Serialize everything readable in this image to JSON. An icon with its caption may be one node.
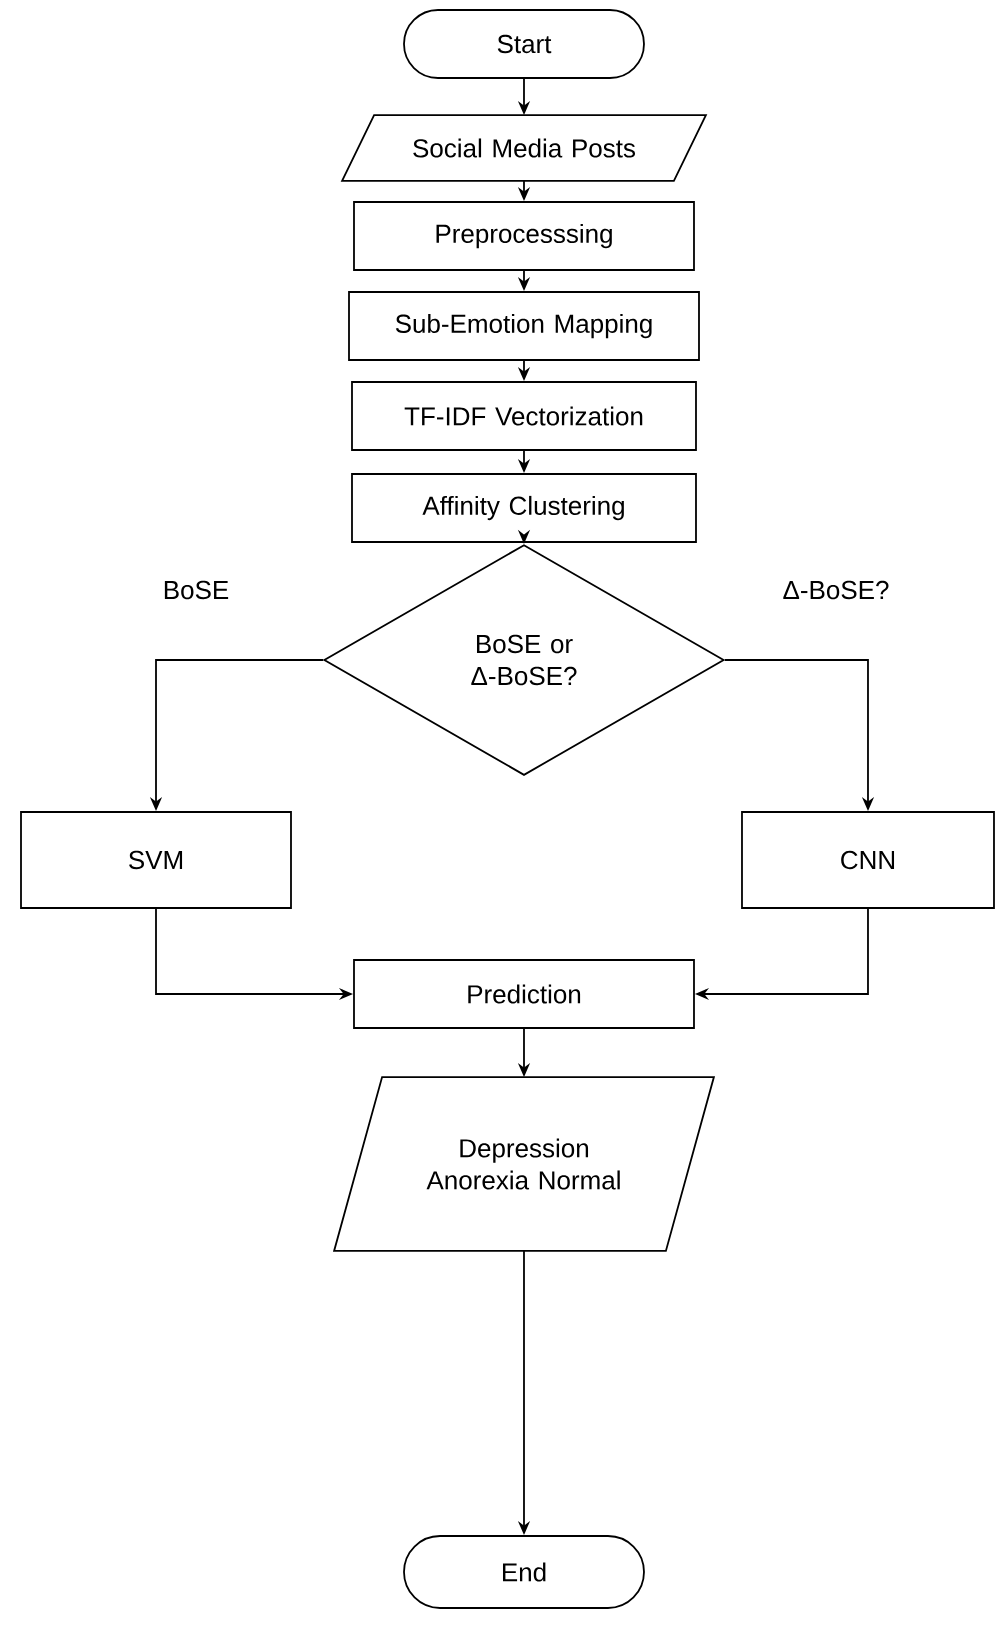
{
  "diagram": {
    "nodes": [
      {
        "text": [
          "Start"
        ]
      },
      {
        "text": [
          "Social Media Posts"
        ]
      },
      {
        "text": [
          "Preprocesssing"
        ]
      },
      {
        "text": [
          "Sub-Emotion Mapping"
        ]
      },
      {
        "text": [
          "TF-IDF Vectorization"
        ]
      },
      {
        "text": [
          "Affinity Clustering"
        ]
      },
      {
        "text": [
          "BoSE or Δ-BoSE?"
        ]
      },
      {
        "text": [
          "SVM"
        ]
      },
      {
        "text": [
          "CNN"
        ]
      },
      {
        "text": [
          "Prediction"
        ]
      },
      {
        "text": [
          "Depression Anorexia Normal"
        ]
      },
      {
        "text": [
          "End"
        ]
      }
    ],
    "edges": [
      {
        "from": 0,
        "to": 1,
        "arrow": "to"
      },
      {
        "from": 1,
        "to": 2,
        "arrow": "to"
      },
      {
        "from": 2,
        "to": 3,
        "arrow": "to"
      },
      {
        "from": 3,
        "to": 4,
        "arrow": "to"
      },
      {
        "from": 4,
        "to": 5,
        "arrow": "to"
      },
      {
        "from": 5,
        "to": 6,
        "arrow": "to"
      },
      {
        "from": 6,
        "to": 7,
        "arrow": "to",
        "label": "BoSE"
      },
      {
        "from": 6,
        "to": 8,
        "arrow": "to",
        "label": "Δ-BoSE?"
      },
      {
        "from": 7,
        "to": 9,
        "arrow": "to"
      },
      {
        "from": 8,
        "to": 9,
        "arrow": "to"
      },
      {
        "from": 9,
        "to": 10,
        "arrow": "to"
      },
      {
        "from": 10,
        "to": 11,
        "arrow": "to"
      }
    ]
  }
}
